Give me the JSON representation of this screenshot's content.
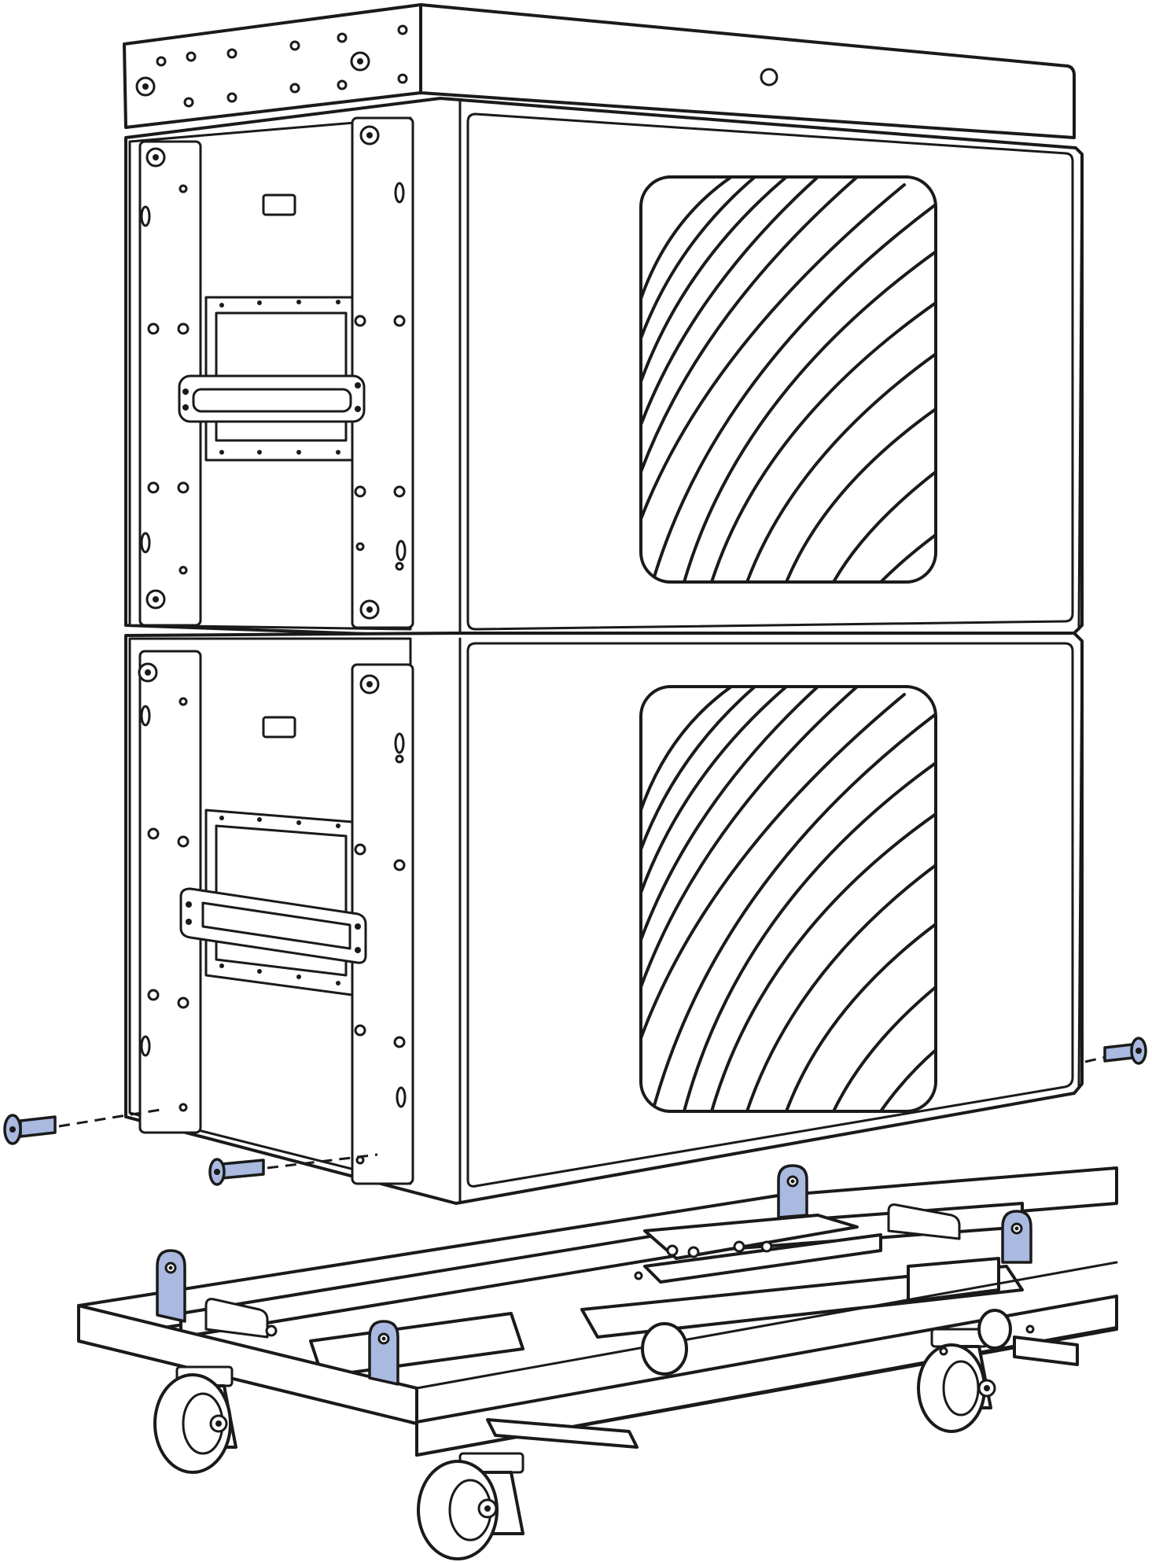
{
  "figure": {
    "components": {
      "top_frame": "rigging-frame",
      "cabinets": [
        "line-array-cabinet-upper",
        "line-array-cabinet-lower"
      ],
      "cart": "transport-dolly",
      "pins": [
        "quick-release-pin",
        "quick-release-pin",
        "quick-release-pin"
      ]
    },
    "colors": {
      "line": "#1a1a1a",
      "background": "#ffffff",
      "highlight": "#a9b9e0"
    }
  }
}
